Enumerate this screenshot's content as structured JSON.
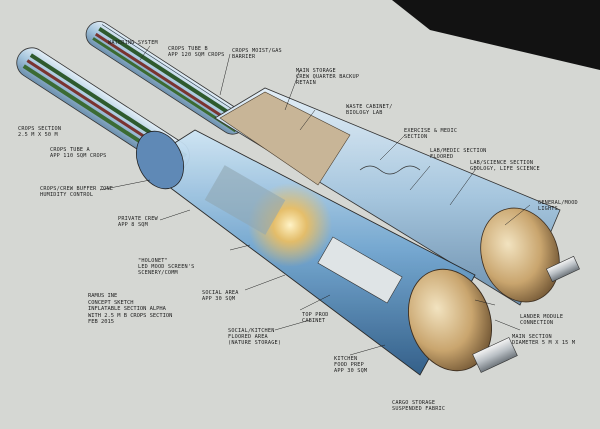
{
  "labels": {
    "watering_system": "Watering system",
    "crops_tube_b": "Crops tube b\nApp 120 sqm crops",
    "crops_moist_gas": "Crops moist/gas\nbarrier",
    "main_storage": "Main storage\nCrew quarter backup\nRetain",
    "waste_cabinet": "Waste cabinet/\nbiology lab",
    "crops_section": "Crops section\n2.5 m x 50 m",
    "exercise_medic": "Exercise & medic\nsection",
    "lab_medic": "Lab/medic section\nfloored",
    "crops_tube_a": "Crops tube a\napp 110 sqm crops",
    "lab_science": "Lab/science section\ngeology, life science",
    "crops_buffer": "Crops/crew buffer zone\nhumidity control",
    "general_lights": "General/mood\nlights",
    "private_crew": "Private crew\napp 8 sqm",
    "holonet": "\"Holonet\"\nLED mood screen's\nscenery/comm",
    "social_area": "Social area\napp 30 sqm",
    "top_prod": "Top prod\ncabinet",
    "lander_module": "Lander module\nconnection",
    "social_kitchen": "Social/kitchen\nfloored area\n(nature storage)",
    "main_section": "Main section\ndiameter 5 m x 15 m",
    "kitchen": "Kitchen\nfood prep\napp 30 sqm",
    "cargo_storage": "Cargo storage\nsuspended fabric"
  },
  "stamp": "Ramus ine\nconcept sketch\ninflatable section alpha\nwith 2.5 m b crops section\nFeb 2015"
}
